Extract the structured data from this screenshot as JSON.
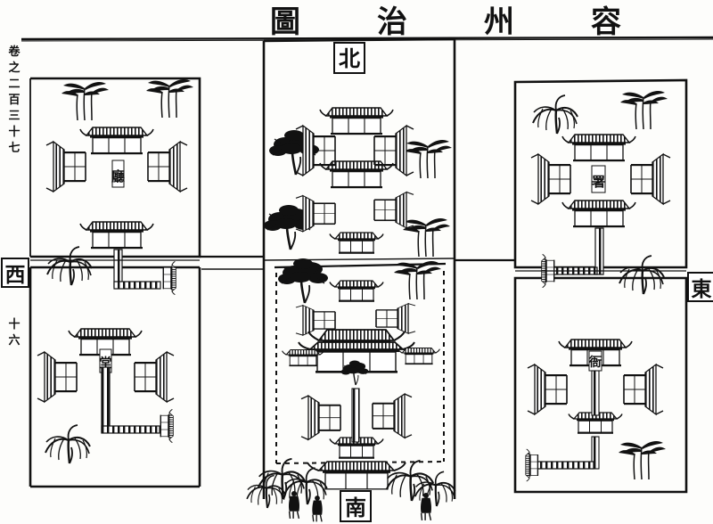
{
  "document": {
    "type": "woodblock-printed gazetteer map",
    "title_characters": [
      "容",
      "州",
      "治",
      "圖"
    ],
    "title_reading_order": "right-to-left",
    "title_text": "容州治圖",
    "title_translation": "Map of the Rongzhou Administrative Seat",
    "ink_color": "#111111",
    "paper_color": "#fdfdfb"
  },
  "margin": {
    "volume_label": "卷之二百三十七",
    "volume_translation": "Volume 237",
    "page_number": "十六",
    "page_number_translation": "16"
  },
  "compass": {
    "north": {
      "char": "北",
      "position": "top-center"
    },
    "south": {
      "char": "南",
      "position": "bottom-center"
    },
    "east": {
      "char": "東",
      "position": "right-edge"
    },
    "west": {
      "char": "西",
      "position": "left-edge"
    }
  },
  "panels": [
    {
      "id": "west-upper",
      "position": "left-upper",
      "hall_label": "廳",
      "features": [
        "courtyard-wall",
        "main-hall",
        "rear-hall",
        "east-wing",
        "west-wing",
        "gate-pavilion",
        "bamboo-clump",
        "willow-tree"
      ]
    },
    {
      "id": "west-lower",
      "position": "left-lower",
      "hall_label": "堂",
      "features": [
        "courtyard-wall",
        "main-hall",
        "east-wing",
        "west-wing",
        "corridor-wall",
        "gate-pavilion",
        "willow-tree"
      ]
    },
    {
      "id": "center-upper",
      "position": "center-upper",
      "hall_label": "",
      "features": [
        "main-hall",
        "rear-hall",
        "east-wing",
        "west-wing",
        "screen-gate",
        "pine-tree",
        "bamboo-grove"
      ]
    },
    {
      "id": "center-lower",
      "position": "center-lower",
      "hall_label": "",
      "features": [
        "great-hall",
        "drum-tower",
        "bell-tower",
        "east-corridor",
        "west-corridor",
        "ceremonial-gate",
        "spirit-screen",
        "pine-tree",
        "bamboo-grove"
      ]
    },
    {
      "id": "east-upper",
      "position": "right-upper",
      "hall_label": "署",
      "features": [
        "courtyard-wall",
        "main-hall",
        "rear-hall",
        "east-wing",
        "west-wing",
        "gate-pavilion",
        "willow-tree",
        "bamboo-clump"
      ]
    },
    {
      "id": "east-lower",
      "position": "right-lower",
      "hall_label": "衙",
      "features": [
        "courtyard-wall",
        "main-hall",
        "front-hall",
        "east-wing",
        "west-wing",
        "corridor-wall",
        "gate-pavilion",
        "bamboo-clump"
      ]
    }
  ],
  "front_gate": {
    "label": "",
    "description": "main gatehouse at south wall flanked by willow trees"
  }
}
